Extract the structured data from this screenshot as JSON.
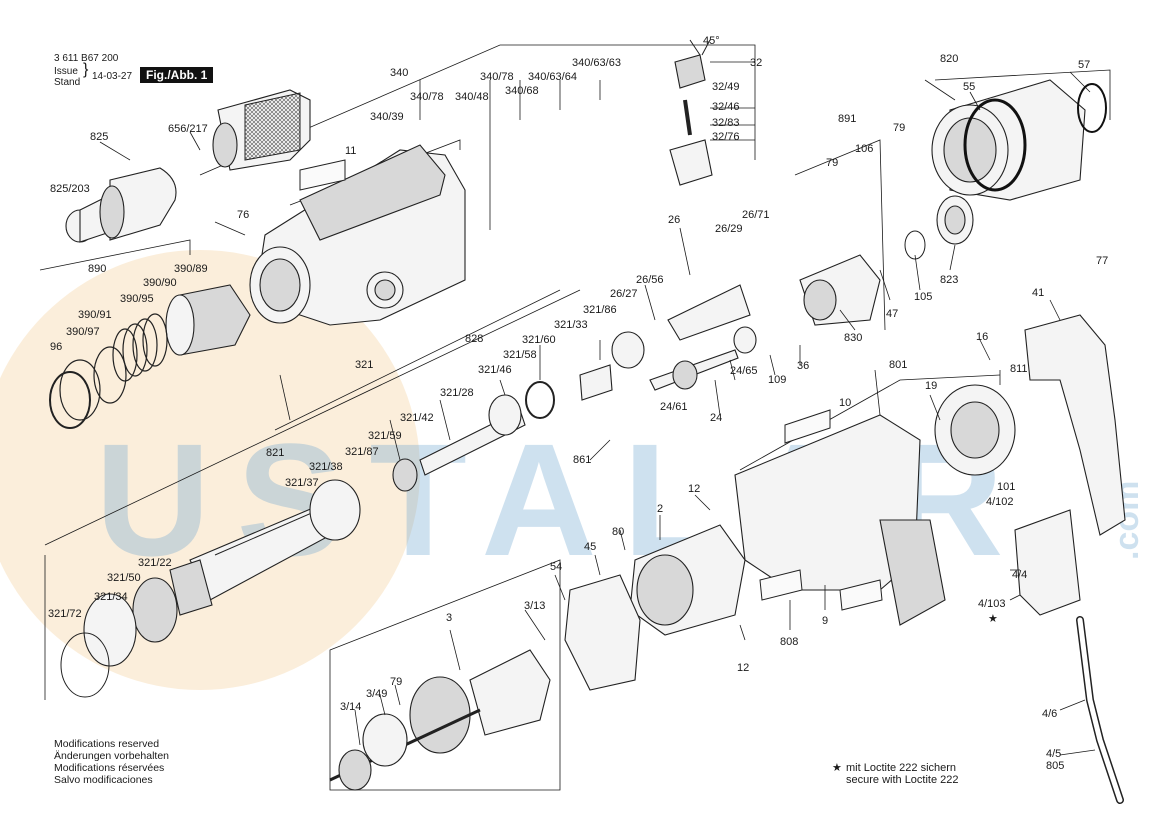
{
  "header": {
    "doc_number": "3 611 B67 200",
    "issue_label": "Issue",
    "stand_label": "Stand",
    "date": "14-03-27",
    "figure": "Fig./Abb. 1"
  },
  "watermark": {
    "text": "USTALAR",
    "suffix": ".com",
    "color": "#6aa3cf",
    "sun_color": "#f1c27d"
  },
  "angle_label": "45°",
  "part_labels": [
    "340",
    "340/78",
    "340/63/64",
    "340/63/63",
    "32",
    "340/39",
    "340/78",
    "340/48",
    "340/68",
    "32/49",
    "32/46",
    "32/83",
    "32/76",
    "825",
    "656/217",
    "11",
    "825/203",
    "76",
    "820",
    "57",
    "55",
    "891",
    "79",
    "106",
    "79",
    "26",
    "26/71",
    "26/29",
    "890",
    "390/90",
    "390/89",
    "390/95",
    "390/91",
    "390/97",
    "96",
    "26/56",
    "26/27",
    "321/86",
    "321/33",
    "321/60",
    "321/58",
    "321/46",
    "828",
    "321",
    "321/42",
    "321/28",
    "77",
    "41",
    "823",
    "105",
    "47",
    "830",
    "36",
    "109",
    "24/65",
    "24/61",
    "24",
    "861",
    "801",
    "16",
    "811",
    "19",
    "10",
    "321/59",
    "321/87",
    "821",
    "321/38",
    "321/37",
    "101",
    "4/102",
    "12",
    "2",
    "80",
    "45",
    "54",
    "3/13",
    "321/22",
    "321/50",
    "321/34",
    "321/72",
    "3",
    "79",
    "3/49",
    "3/14",
    "12",
    "808",
    "9",
    "4/4",
    "4/103",
    "4/6",
    "4/5",
    "805"
  ],
  "notes": {
    "left": [
      "Modifications reserved",
      "Änderungen vorbehalten",
      "Modifications réservées",
      "Salvo modificaciones"
    ],
    "loctite_de": "mit Loctite 222 sichern",
    "loctite_en": "secure with Loctite 222",
    "star": "★"
  },
  "colors": {
    "line": "#1a1a1a",
    "highlight": "#d09a4e"
  }
}
